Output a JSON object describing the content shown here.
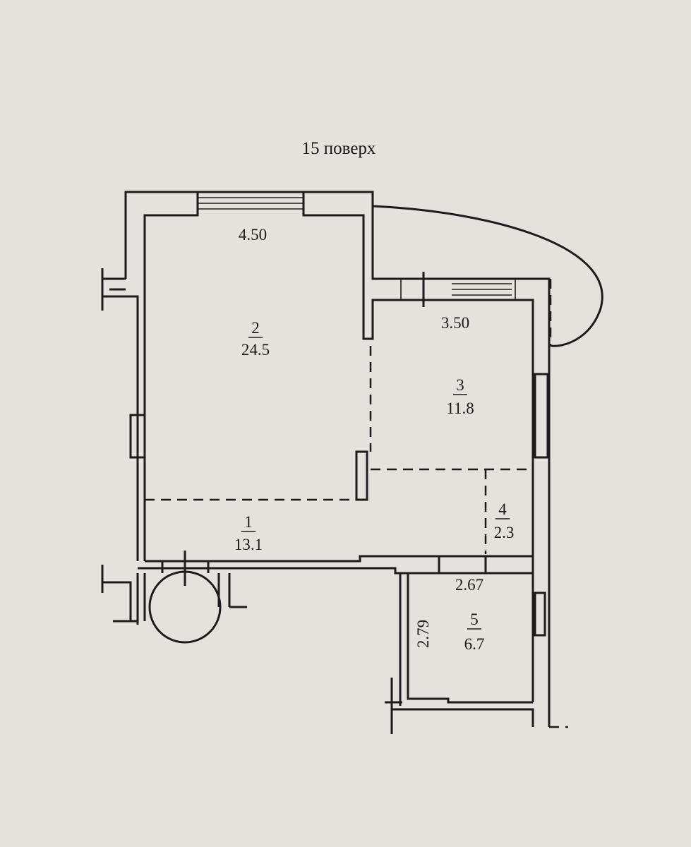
{
  "title": "15 поверх",
  "rooms": [
    {
      "number": "1",
      "area": "13.1"
    },
    {
      "number": "2",
      "area": "24.5"
    },
    {
      "number": "3",
      "area": "11.8"
    },
    {
      "number": "4",
      "area": "2.3"
    },
    {
      "number": "5",
      "area": "6.7"
    }
  ],
  "dimensions": {
    "room2_width": "4.50",
    "room3_width": "3.50",
    "room5_width": "2.67",
    "room5_depth": "2.79"
  }
}
